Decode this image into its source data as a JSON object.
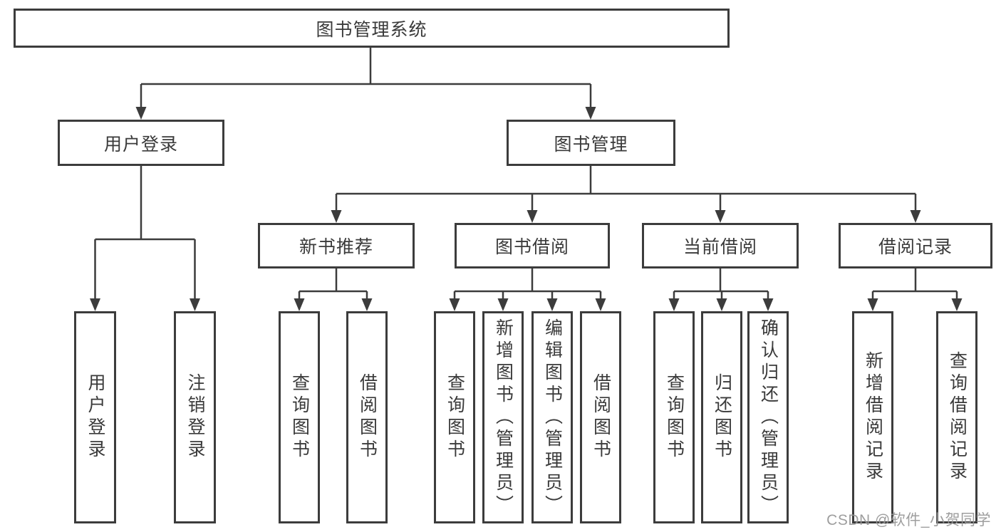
{
  "diagram": {
    "title": "图书管理系统",
    "level1": {
      "user_login": "用户登录",
      "book_mgmt": "图书管理"
    },
    "level2": {
      "new_book": "新书推荐",
      "book_borrow": "图书借阅",
      "current_borrow": "当前借阅",
      "borrow_record": "借阅记录"
    },
    "leaves": {
      "user_login": [
        "用户登录",
        "注销登录"
      ],
      "new_book": [
        "查询图书",
        "借阅图书"
      ],
      "book_borrow": [
        "查询图书",
        "新增图书（管理员）",
        "编辑图书（管理员）",
        "借阅图书"
      ],
      "current_borrow": [
        "查询图书",
        "归还图书",
        "确认归还（管理员）"
      ],
      "borrow_record": [
        "新增借阅记录",
        "查询借阅记录"
      ]
    }
  },
  "watermark": "CSDN @软件_小贺同学",
  "colors": {
    "line": "#3c3c3c",
    "text": "#3a3a3a",
    "box_background": "#ffffff",
    "watermark": "#969696",
    "page_background": "#ffffff"
  }
}
